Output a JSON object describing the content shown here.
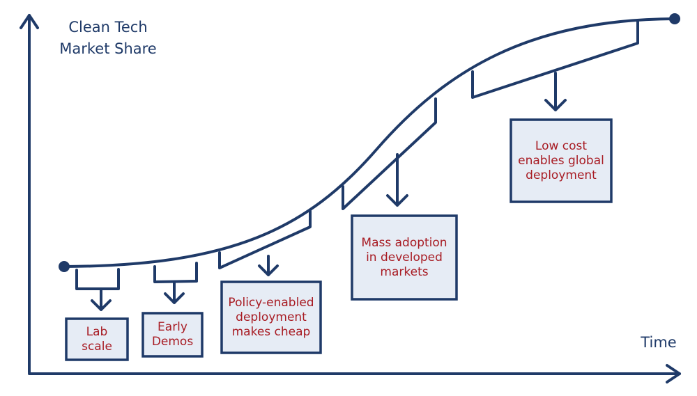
{
  "axes": {
    "y_label_line1": "Clean Tech",
    "y_label_line2": "Market Share",
    "x_label": "Time"
  },
  "stages": [
    {
      "line1": "Lab",
      "line2": "scale"
    },
    {
      "line1": "Early",
      "line2": "Demos"
    },
    {
      "line1": "Policy-enabled",
      "line2": "deployment",
      "line3": "makes cheap"
    },
    {
      "line1": "Mass adoption",
      "line2": "in developed",
      "line3": "markets"
    },
    {
      "line1": "Low cost",
      "line2": "enables global",
      "line3": "deployment"
    }
  ],
  "colors": {
    "line": "#1f3a68",
    "box_fill": "#e6ecf5",
    "text": "#a81c24"
  }
}
